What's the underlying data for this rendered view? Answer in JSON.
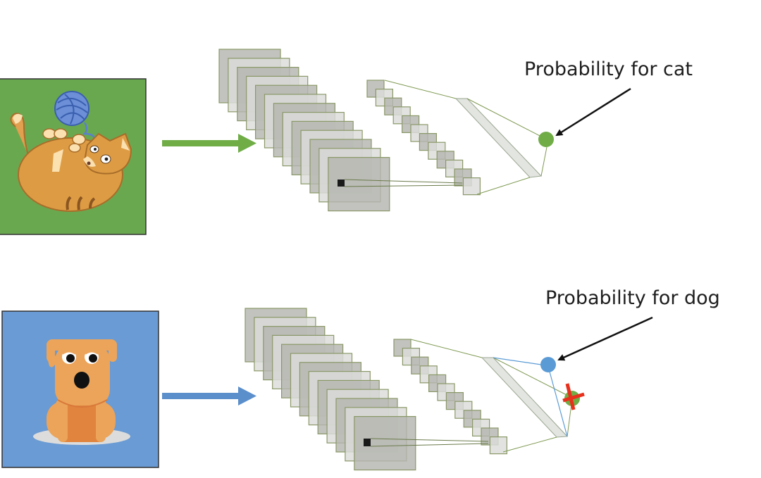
{
  "rows": [
    {
      "name": "cat",
      "label": "Probability for cat",
      "input_image": "cat-illustration",
      "background_color": "#6aa84f",
      "arrow_color": "#70ad47",
      "output_node_color": "#70ad47",
      "rejected_output": false
    },
    {
      "name": "dog",
      "label": "Probability for dog",
      "input_image": "dog-illustration",
      "background_color": "#6a9bd4",
      "arrow_color": "#5b8fcc",
      "output_node_color": "#5b9bd5",
      "rejected_output": true,
      "rejected_node_color": "#70ad47",
      "reject_mark_color": "#e8301c"
    }
  ],
  "colors": {
    "layer_dark": "#b4b6b0",
    "layer_light": "#dcdddb",
    "layer_stroke": "#8a9868",
    "connection_line": "#7f9a52",
    "pointer_arrow": "#111111"
  }
}
